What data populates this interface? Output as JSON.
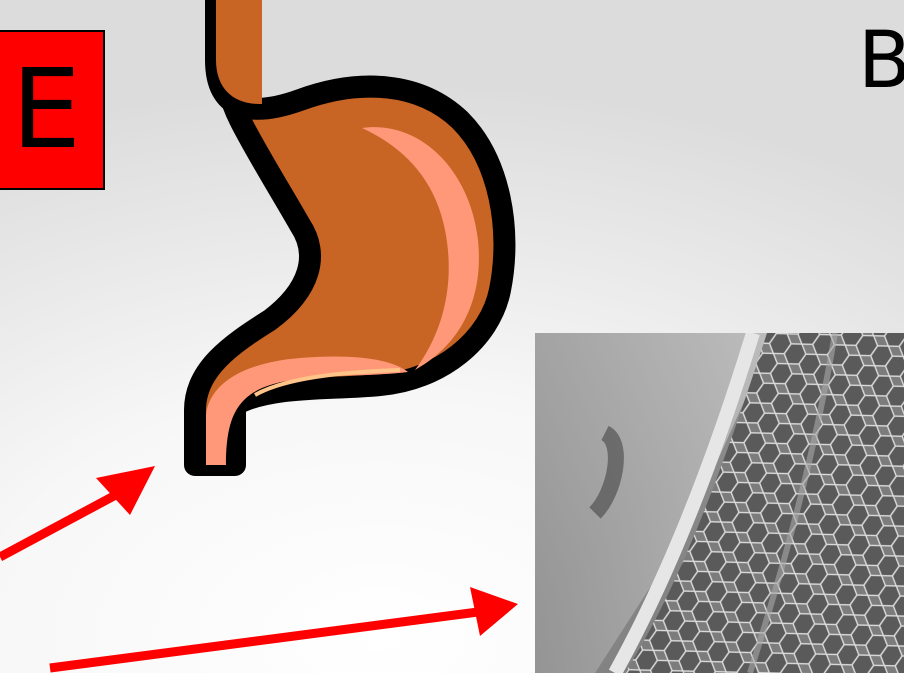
{
  "slide": {
    "title_fragment": "E",
    "corner_letter": "B"
  },
  "colors": {
    "title_box": "#ff0000",
    "stomach_fill": "#c86424",
    "stomach_highlight": "#ff9878",
    "outline": "#000000",
    "arrows": "#ff0000"
  },
  "icons": {
    "stomach": "stomach-icon",
    "micrograph": "micrograph-image",
    "arrow": "arrow-icon"
  }
}
